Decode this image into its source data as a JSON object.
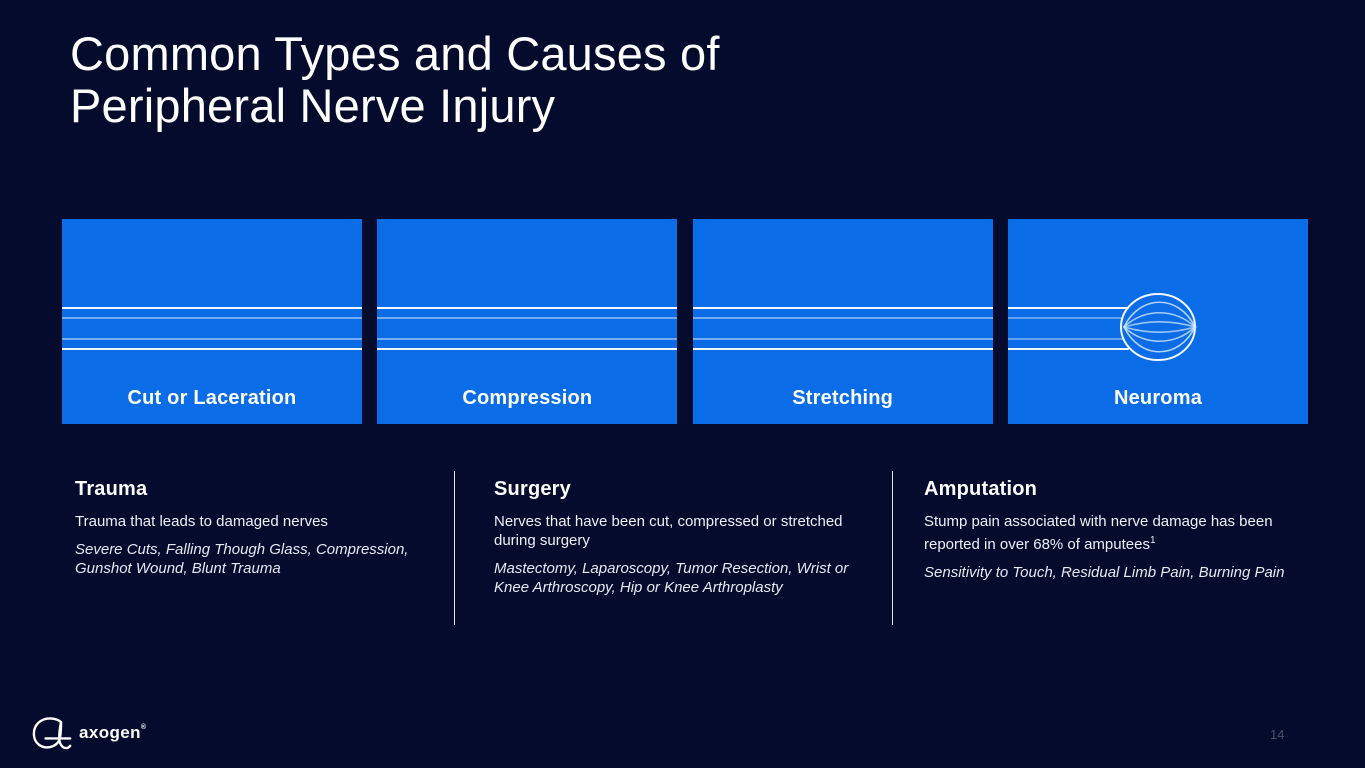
{
  "slide": {
    "title_lines": [
      "Common Types and Causes of",
      "Peripheral Nerve Injury"
    ],
    "page_number": "14"
  },
  "cards": [
    {
      "label": "Cut or Laceration",
      "illustration": "straight-nerve-lines"
    },
    {
      "label": "Compression",
      "illustration": "straight-nerve-lines"
    },
    {
      "label": "Stretching",
      "illustration": "straight-nerve-lines"
    },
    {
      "label": "Neuroma",
      "illustration": "nerve-with-neuroma-bulb"
    }
  ],
  "columns": [
    {
      "heading": "Trauma",
      "description": "Trauma that leads to damaged nerves",
      "examples": "Severe Cuts, Falling Though Glass, Compression, Gunshot Wound, Blunt Trauma"
    },
    {
      "heading": "Surgery",
      "description": "Nerves that have been cut, compressed or stretched during surgery",
      "examples": "Mastectomy, Laparoscopy, Tumor Resection, Wrist or Knee Arthroscopy, Hip or Knee Arthroplasty"
    },
    {
      "heading": "Amputation",
      "description": "Stump pain associated with nerve damage has been reported in over 68% of amputees",
      "description_superscript": "1",
      "examples": "Sensitivity to Touch, Residual Limb Pain, Burning Pain"
    }
  ],
  "footer": {
    "brand": "axogen",
    "trademark": "®"
  },
  "colors": {
    "background": "#050b2d",
    "card_blue": "#0a6ce6",
    "text_white": "#ffffff",
    "page_number_gray": "#4d5268"
  }
}
